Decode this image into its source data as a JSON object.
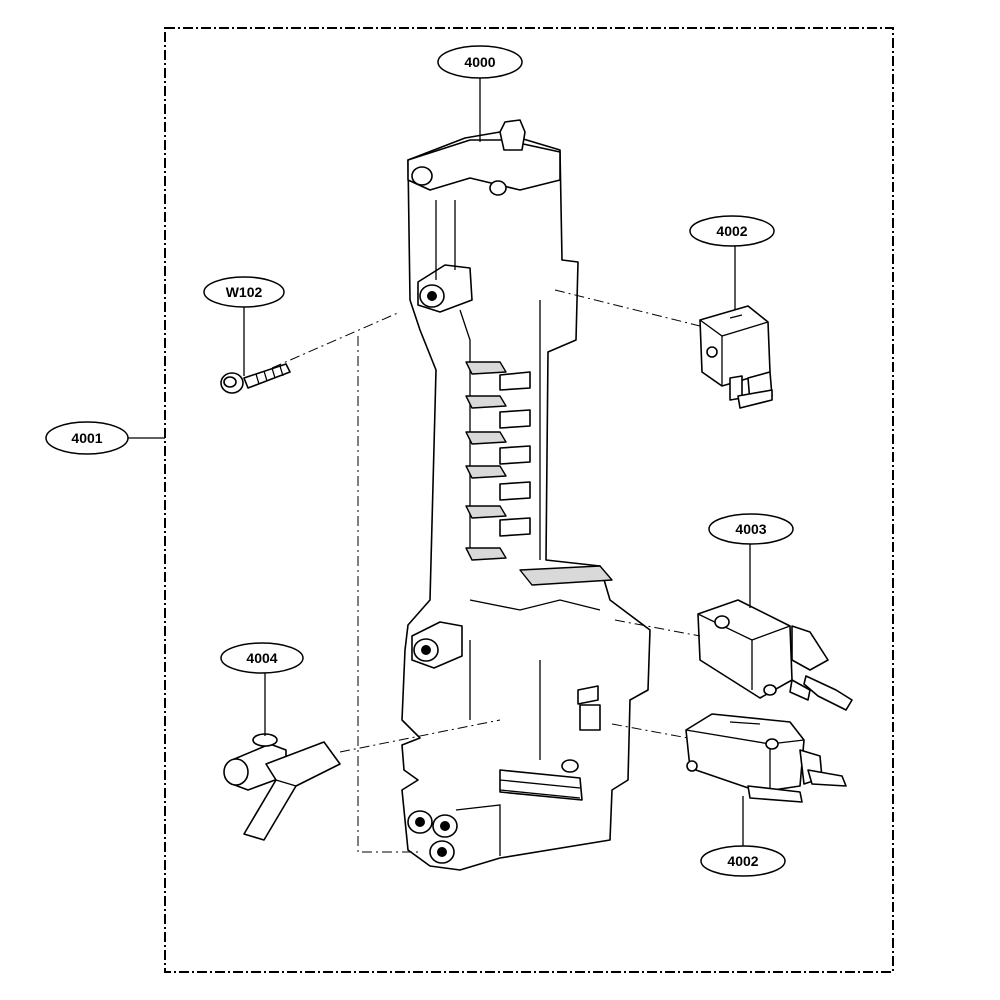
{
  "labels": {
    "l4000": "4000",
    "l4001": "4001",
    "l4002_top": "4002",
    "l4002_bottom": "4002",
    "l4003": "4003",
    "l4004": "4004",
    "lW102": "W102"
  }
}
